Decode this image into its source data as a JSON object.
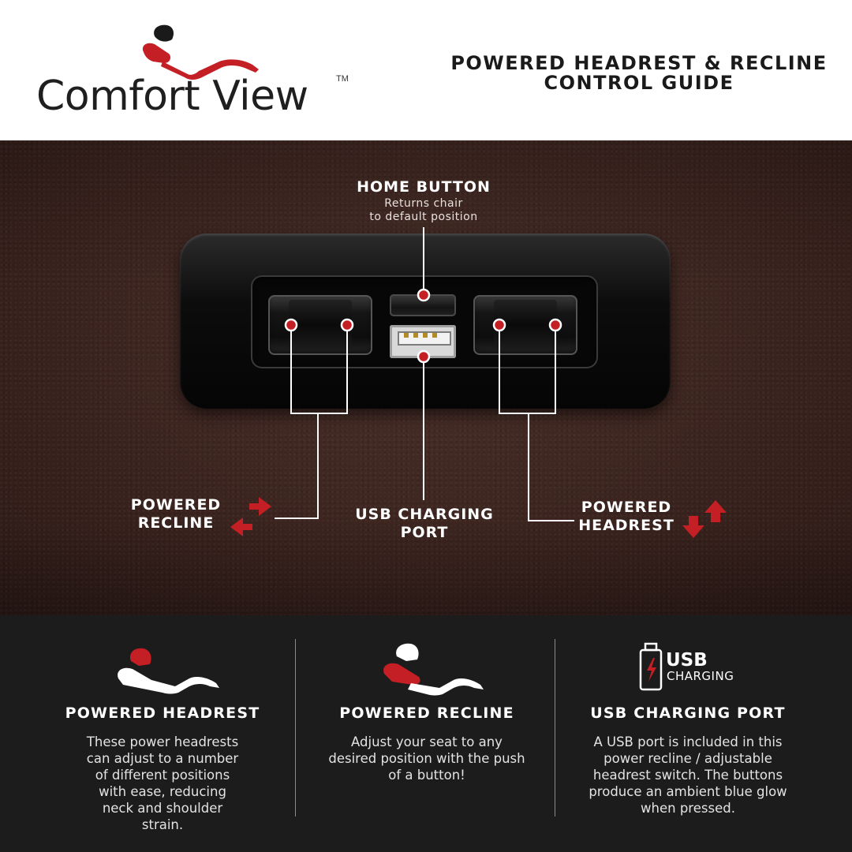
{
  "header": {
    "brand_name": "Comfort View",
    "trademark": "TM",
    "title_line1": "POWERED HEADREST & RECLINE",
    "title_line2": "CONTROL GUIDE"
  },
  "colors": {
    "accent_red": "#c41f24",
    "leather_brown": "#3e2621",
    "bottom_bg": "#1c1c1c",
    "text_light": "#ffffff"
  },
  "diagram": {
    "home_button": {
      "label": "HOME BUTTON",
      "sub_line1": "Returns chair",
      "sub_line2": "to default position"
    },
    "powered_recline": {
      "line1": "POWERED",
      "line2": "RECLINE",
      "icon": "left-right-arrows-icon"
    },
    "usb_charging": {
      "line1": "USB CHARGING",
      "line2": "PORT"
    },
    "powered_headrest": {
      "line1": "POWERED",
      "line2": "HEADREST",
      "icon": "up-down-arrows-icon"
    }
  },
  "features": [
    {
      "icon": "recliner-headrest-icon",
      "title": "POWERED HEADREST",
      "body": "These power headrests can adjust to a number of different positions with ease, reducing neck and shoulder strain."
    },
    {
      "icon": "recliner-seat-icon",
      "title": "POWERED RECLINE",
      "body": "Adjust your seat to any desired position with the push of a button!"
    },
    {
      "icon": "usb-battery-icon",
      "icon_text1": "USB",
      "icon_text2": "CHARGING",
      "title": "USB CHARGING PORT",
      "body": "A USB port is included in this power recline / adjustable headrest switch. The buttons produce an ambient blue glow when pressed."
    }
  ]
}
